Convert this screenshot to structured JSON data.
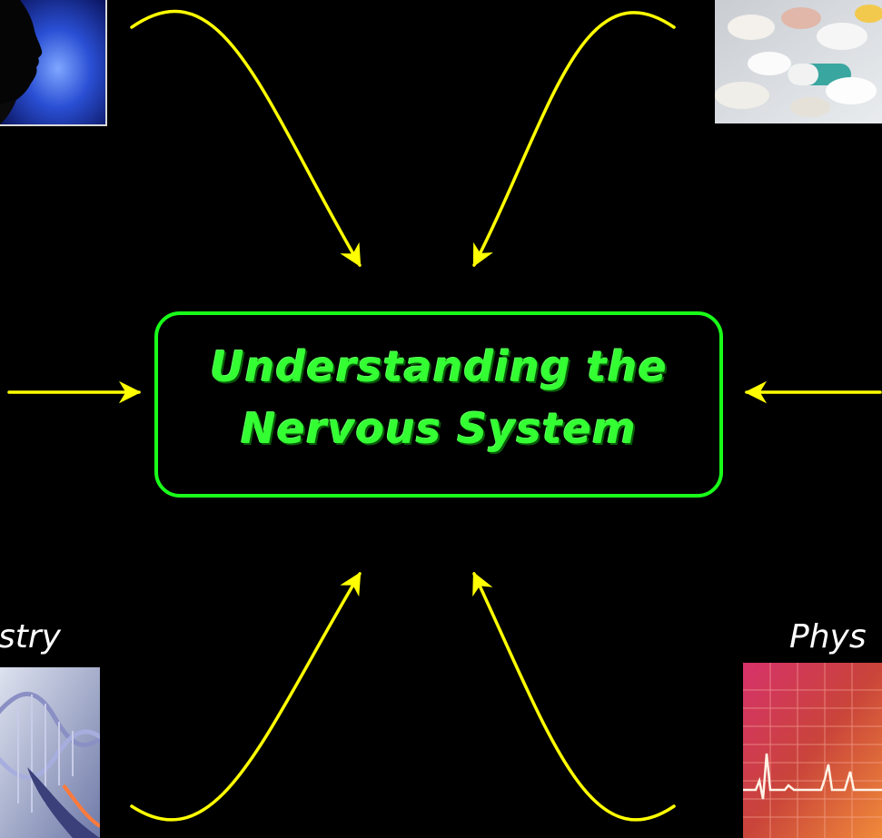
{
  "center": {
    "line1": "Understanding the",
    "line2": "Nervous System"
  },
  "labels": {
    "bottom_left": "istry",
    "bottom_right": "Phys"
  },
  "thumbnails": {
    "top_left": "head-silhouette",
    "top_right": "pills",
    "bottom_left": "dna-helix",
    "bottom_right": "ecg-trace"
  },
  "colors": {
    "background": "#000000",
    "arrows": "#ffff00",
    "center_box": "#1aff1a",
    "center_text": "#33ff33",
    "labels": "#ffffff"
  }
}
